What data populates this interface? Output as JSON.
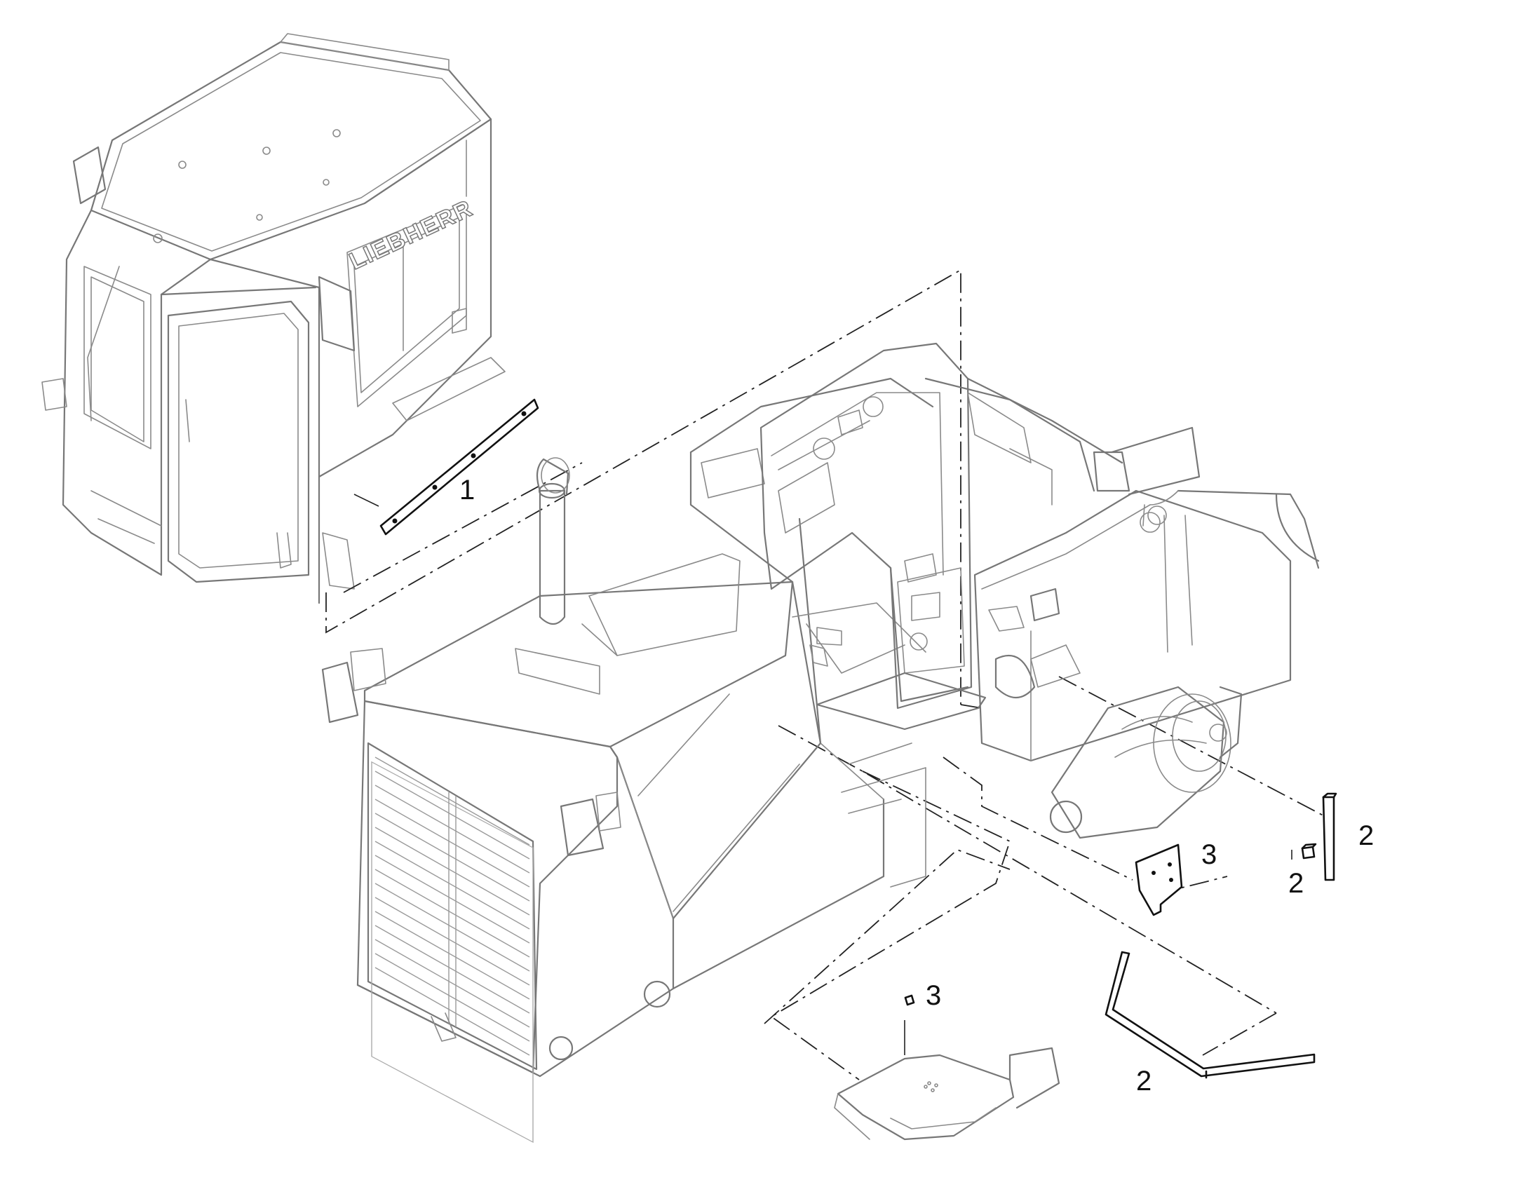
{
  "cab_lettering": "LIEBHERR",
  "callouts": [
    {
      "id": "callout-1",
      "text": "1"
    },
    {
      "id": "callout-2-upper",
      "text": "2"
    },
    {
      "id": "callout-2-small",
      "text": "2"
    },
    {
      "id": "callout-3-upper",
      "text": "3"
    },
    {
      "id": "callout-3-lower",
      "text": "3"
    },
    {
      "id": "callout-2-lower",
      "text": "2"
    }
  ]
}
